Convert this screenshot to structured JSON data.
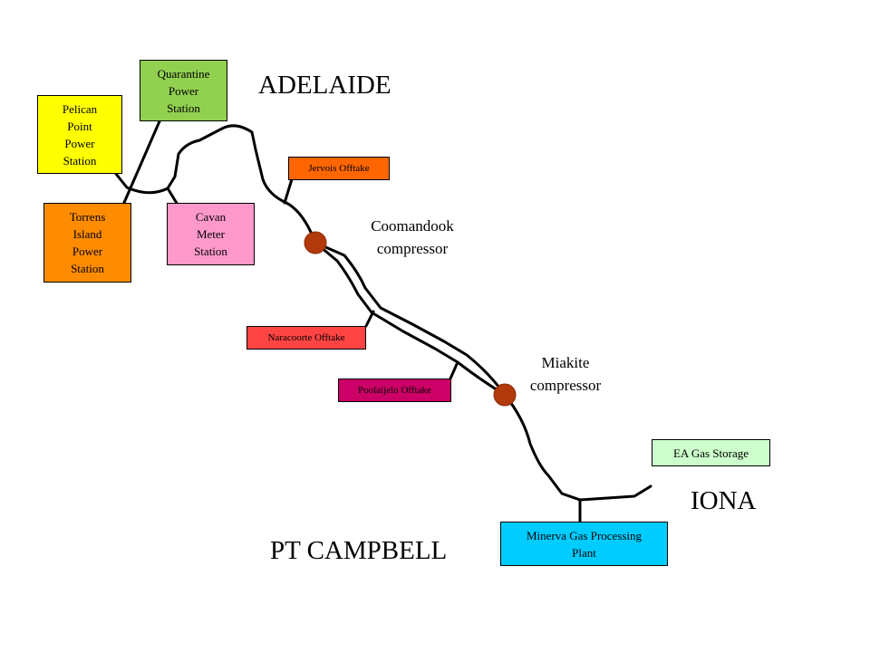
{
  "regions": {
    "adelaide": "ADELAIDE",
    "iona": "IONA",
    "pt_campbell": "PT CAMPBELL"
  },
  "compressors": {
    "coomandook": "Coomandook\ncompressor",
    "miakite": "Miakite\ncompressor"
  },
  "facilities": {
    "quarantine": "Quarantine\nPower\nStation",
    "pelican_point": "Pelican\nPoint\nPower\nStation",
    "torrens_island": "Torrens\nIsland\nPower\nStation",
    "cavan": "Cavan\nMeter\nStation",
    "jervois": "Jervois Offtake",
    "naracoorte": "Naracoorte Offtake",
    "poolaijelo": "Poolaijelo Offtake",
    "ea_gas_storage": "EA Gas Storage",
    "minerva": "Minerva  Gas Processing\nPlant"
  },
  "colors": {
    "quarantine": "#92d050",
    "pelican_point": "#ffff00",
    "torrens_island": "#ff8c00",
    "cavan": "#ff99cc",
    "jervois": "#ff6600",
    "naracoorte": "#ff4444",
    "poolaijelo": "#cc0066",
    "ea_gas_storage": "#ccffcc",
    "minerva": "#00ccff",
    "compressor": "#b23a0a",
    "pipe": "#000000"
  }
}
